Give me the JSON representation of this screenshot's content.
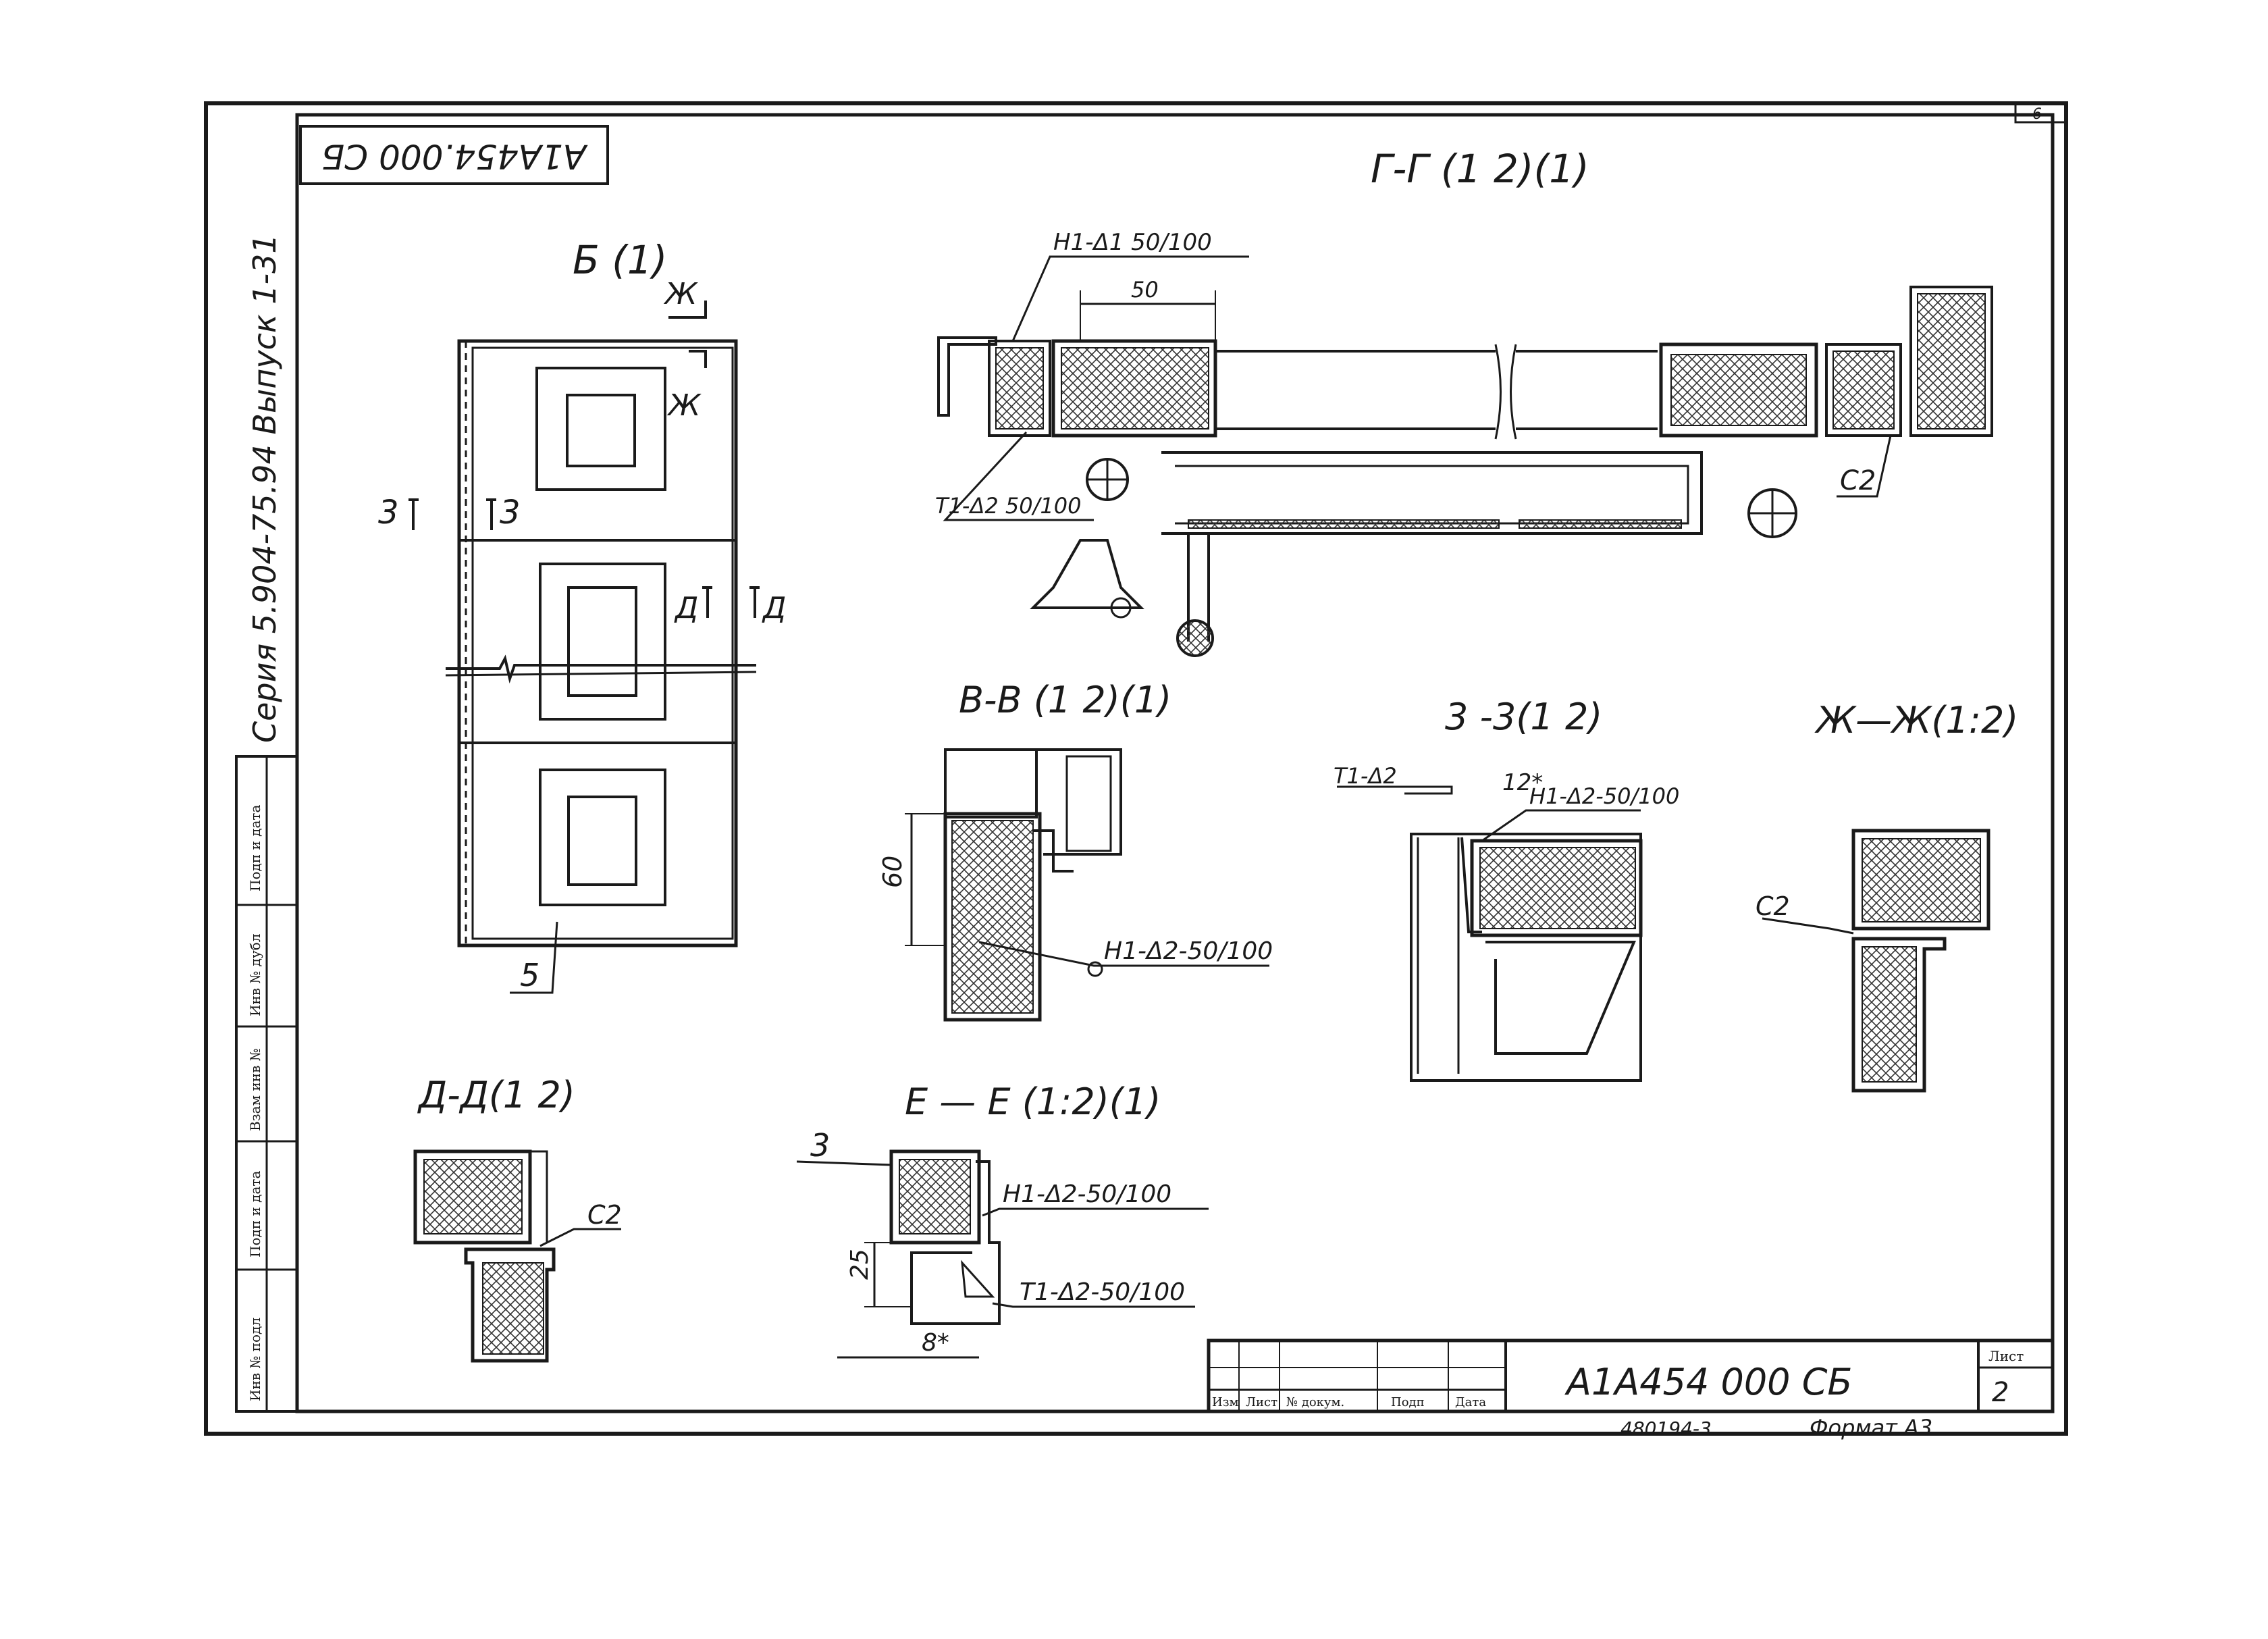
{
  "sheet": {
    "corner_number": "6",
    "mirrored_code": "А1А454.000 СБ",
    "series_text": "Серия 5.904-75.94 Выпуск 1-31",
    "side_stamp": [
      "Инв № подл",
      "Подп и дата",
      "Взам инв №",
      "Инв № дубл",
      "Подп и дата"
    ],
    "footer_left": "480194-3",
    "footer_format": "Формат А3"
  },
  "views": {
    "b_title": "Б (1)",
    "gg_title": "Г-Г (1 2)(1)",
    "vv_title": "В-В (1 2)(1)",
    "zz_title": "3 -3(1 2)",
    "zhzh_title": "Ж—Ж(1:2)",
    "dd_title": "Д-Д(1 2)",
    "ee_title": "Е — Е (1:2)(1)"
  },
  "labels": {
    "zh_top": "Ж",
    "zh_bottom": "Ж",
    "z_left": "3",
    "z_right": "3",
    "d_left": "Д",
    "d_right": "Д",
    "pos5": "5",
    "pos3": "3",
    "gg_weld_top": "Н1-Δ1 50/100",
    "gg_dim": "50",
    "gg_weld_bottom": "Т1-Δ2 50/100",
    "gg_c2": "С2",
    "vv_dim": "60",
    "vv_weld": "Н1-Δ2-50/100",
    "zz_weld1": "Т1-Δ2",
    "zz_dim": "12*",
    "zz_weld2": "Н1-Δ2-50/100",
    "zhzh_c2": "С2",
    "dd_c2": "С2",
    "ee_weld1": "Н1-Δ2-50/100",
    "ee_dim25": "25",
    "ee_weld2": "Т1-Δ2-50/100",
    "ee_dim8": "8*"
  },
  "title_block": {
    "code": "А1А454 000 СБ",
    "sheet_label": "Лист",
    "sheet_no": "2",
    "headers": [
      "Изм",
      "Лист",
      "№ докум.",
      "Подп",
      "Дата"
    ]
  },
  "colors": {
    "ink": "#1a1a1a",
    "hatch": "#333333",
    "paper": "#ffffff"
  }
}
